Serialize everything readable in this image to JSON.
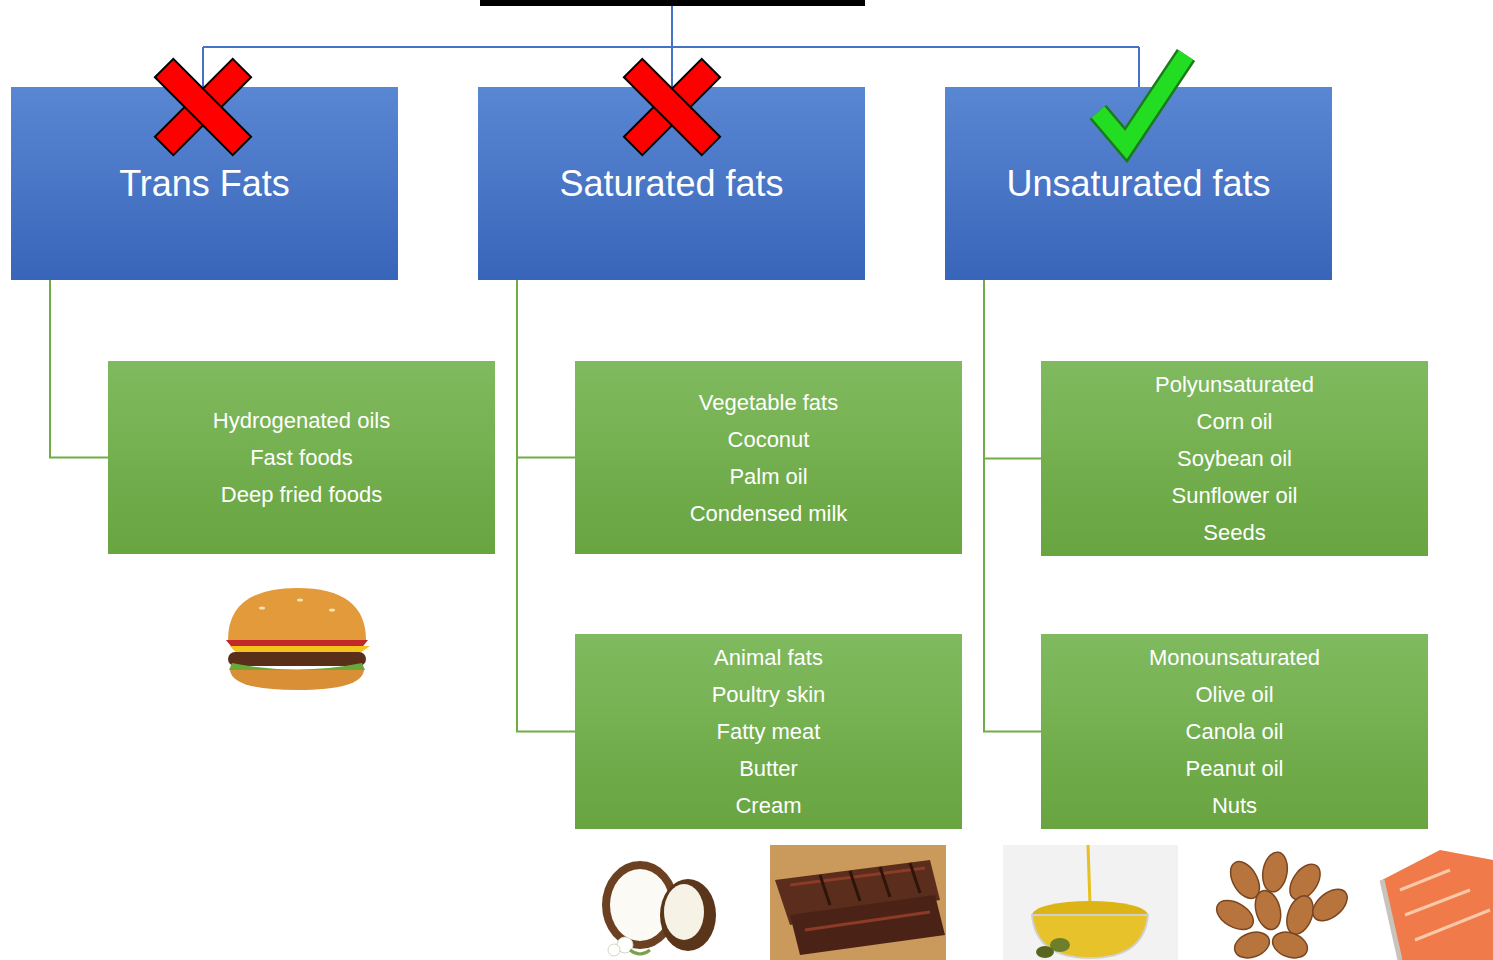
{
  "diagram": {
    "nodes": [
      {
        "text": [
          "Trans Fats"
        ]
      },
      {
        "text": [
          "Saturated fats"
        ]
      },
      {
        "text": [
          "Unsaturated fats"
        ]
      },
      {
        "text": [
          "Hydrogenated oils",
          "Fast foods",
          "Deep fried foods"
        ]
      },
      {
        "text": [
          "Vegetable fats",
          "Coconut",
          "Palm oil",
          "Condensed milk"
        ]
      },
      {
        "text": [
          "Animal fats",
          "Poultry skin",
          "Fatty meat",
          "Butter",
          "Cream"
        ]
      },
      {
        "text": [
          "Polyunsaturated",
          "Corn oil",
          "Soybean oil",
          "Sunflower oil",
          "Seeds"
        ]
      },
      {
        "text": [
          "Monounsaturated",
          "Olive oil",
          "Canola oil",
          "Peanut oil",
          "Nuts"
        ]
      }
    ],
    "edges": [
      {
        "from": 0,
        "to": 3,
        "arrow": "none"
      },
      {
        "from": 1,
        "to": 4,
        "arrow": "none"
      },
      {
        "from": 1,
        "to": 5,
        "arrow": "none"
      },
      {
        "from": 2,
        "to": 6,
        "arrow": "none"
      },
      {
        "from": 2,
        "to": 7,
        "arrow": "none"
      }
    ]
  }
}
